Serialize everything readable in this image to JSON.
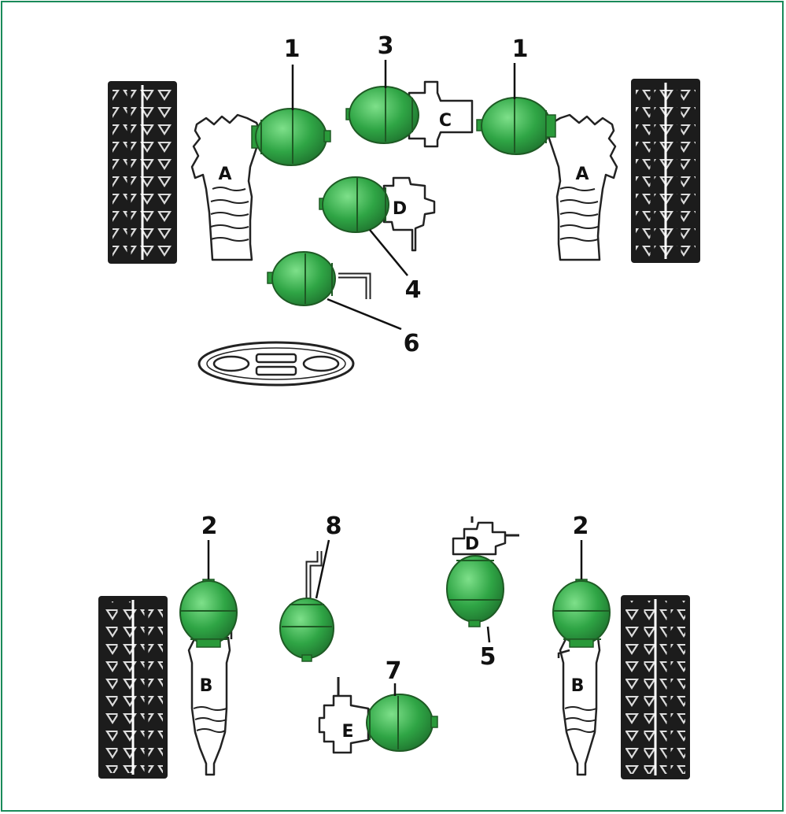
{
  "colors": {
    "frame": "#1a8a5a",
    "sphere_fill": "#2a9a3a",
    "sphere_light": "#6fd17a",
    "sphere_stroke": "#1e5a24",
    "tyre": "#1c1c1c",
    "outline": "#222222"
  },
  "numbers": {
    "n1": "1",
    "n2": "2",
    "n3": "3",
    "n4": "4",
    "n5": "5",
    "n6": "6",
    "n7": "7",
    "n8": "8"
  },
  "letters": {
    "a": "A",
    "b": "B",
    "c": "C",
    "d": "D",
    "e": "E"
  }
}
